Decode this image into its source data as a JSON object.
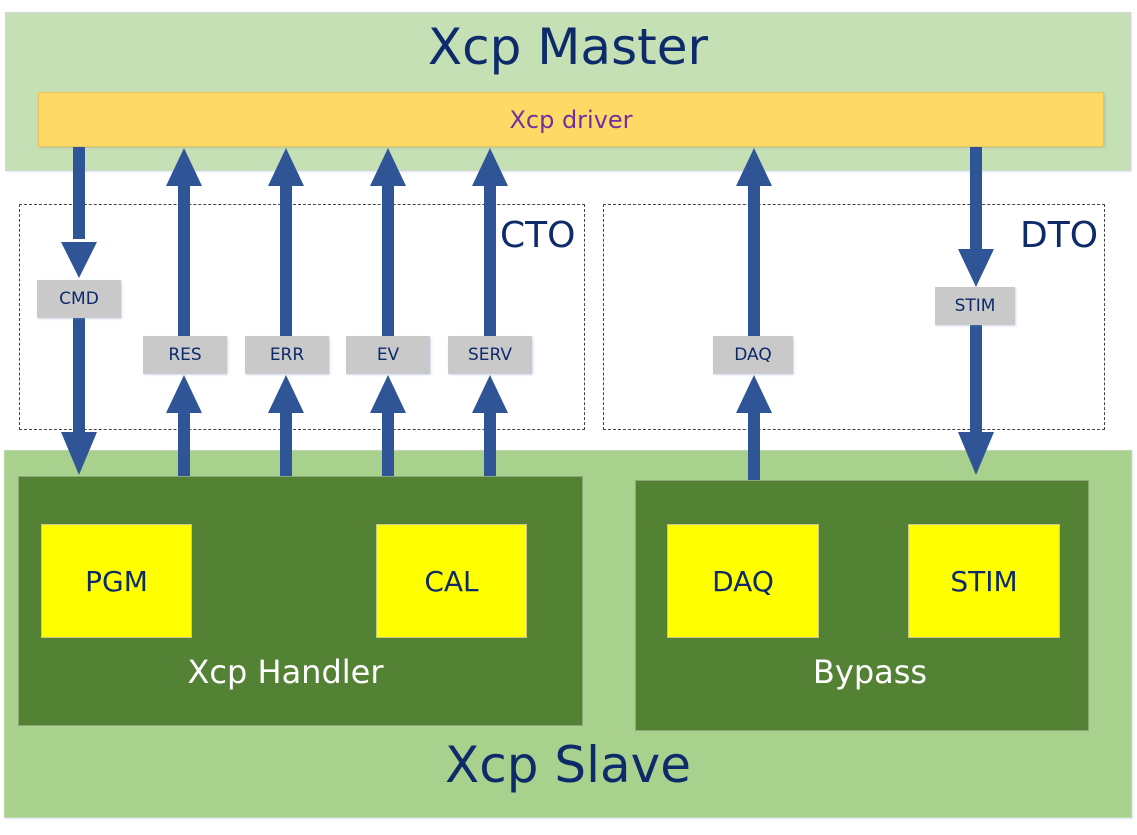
{
  "master": {
    "title": "Xcp Master",
    "driver_label": "Xcp driver"
  },
  "groups": {
    "cto_label": "CTO",
    "dto_label": "DTO"
  },
  "packet_tags": {
    "cmd": "CMD",
    "res": "RES",
    "err": "ERR",
    "ev": "EV",
    "serv": "SERV",
    "daq": "DAQ",
    "stim": "STIM"
  },
  "slave": {
    "title": "Xcp Slave",
    "handler": {
      "label": "Xcp Handler",
      "blocks": [
        "PGM",
        "CAL"
      ]
    },
    "bypass": {
      "label": "Bypass",
      "blocks": [
        "DAQ",
        "STIM"
      ]
    }
  },
  "flows": [
    {
      "tag": "CMD",
      "direction": "master-to-slave"
    },
    {
      "tag": "RES",
      "direction": "slave-to-master"
    },
    {
      "tag": "ERR",
      "direction": "slave-to-master"
    },
    {
      "tag": "EV",
      "direction": "slave-to-master"
    },
    {
      "tag": "SERV",
      "direction": "slave-to-master"
    },
    {
      "tag": "DAQ",
      "direction": "slave-to-master"
    },
    {
      "tag": "STIM",
      "direction": "master-to-slave"
    }
  ],
  "colors": {
    "master_bg": "#c5e0b4",
    "driver_bg": "#ffd966",
    "driver_text": "#7030a0",
    "slave_bg": "#a9d18e",
    "module_bg": "#548235",
    "sub_block_bg": "#ffff00",
    "arrow": "#2f5597",
    "tag_bg": "#c9c9c9",
    "title_text": "#0d2a6b"
  }
}
